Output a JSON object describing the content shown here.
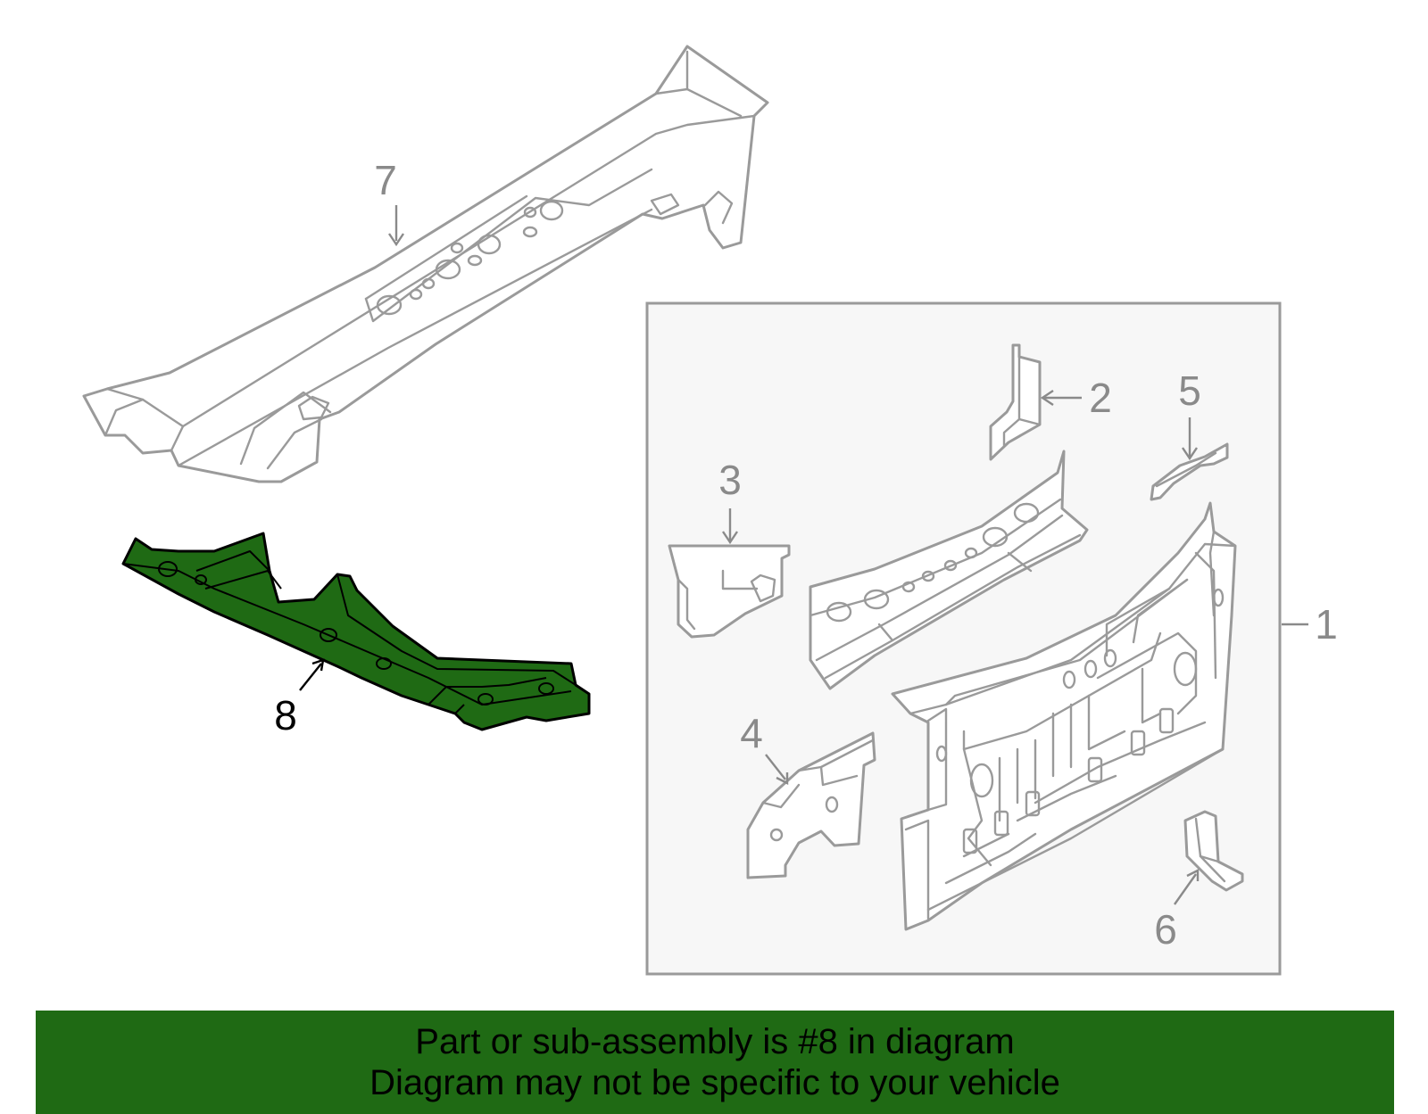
{
  "diagram": {
    "callouts": {
      "part_1": "1",
      "part_2": "2",
      "part_3": "3",
      "part_4": "4",
      "part_5": "5",
      "part_6": "6",
      "part_7": "7",
      "part_8": "8"
    },
    "highlighted_part": "8",
    "colors": {
      "highlight": "#1f6a14",
      "line": "#9a9a9a",
      "inset_box": "#f7f7f7"
    }
  },
  "banner": {
    "line1": "Part or sub-assembly is #8 in diagram",
    "line2": "Diagram may not be specific to your vehicle"
  }
}
